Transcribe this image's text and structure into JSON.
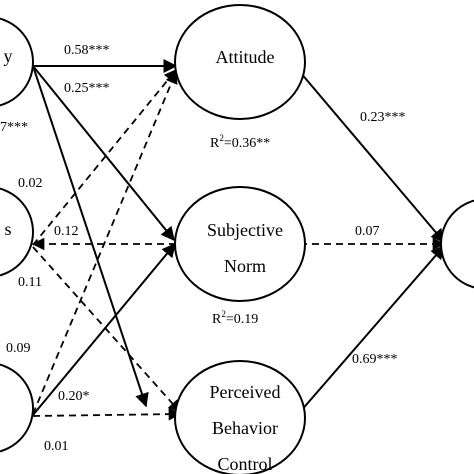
{
  "nodes": {
    "attitude": {
      "label": "Attitude"
    },
    "subjective_norm": {
      "line1": "Subjective",
      "line2": "Norm"
    },
    "pbc": {
      "line1": "Perceived",
      "line2": "Behavior",
      "line3": "Control"
    },
    "left_top": {
      "label": "y"
    },
    "left_mid": {
      "label": "s"
    }
  },
  "coefficients": {
    "top_to_attitude": "0.58***",
    "top_to_norm": "0.25***",
    "top_left_partial": "7***",
    "mid_left_a": "0.02",
    "mid_a": "0.12",
    "mid_left_b": "0.11",
    "low_left": "0.09",
    "bottom_to_norm": "0.20*",
    "bottom_left": "0.01",
    "attitude_to_right": "0.23***",
    "norm_to_right": "0.07",
    "pbc_to_right": "0.69***"
  },
  "r_squared": {
    "attitude": {
      "prefix": "R",
      "sup": "2",
      "value": "=0.36**"
    },
    "norm": {
      "prefix": "R",
      "sup": "2",
      "value": "=0.19"
    }
  }
}
